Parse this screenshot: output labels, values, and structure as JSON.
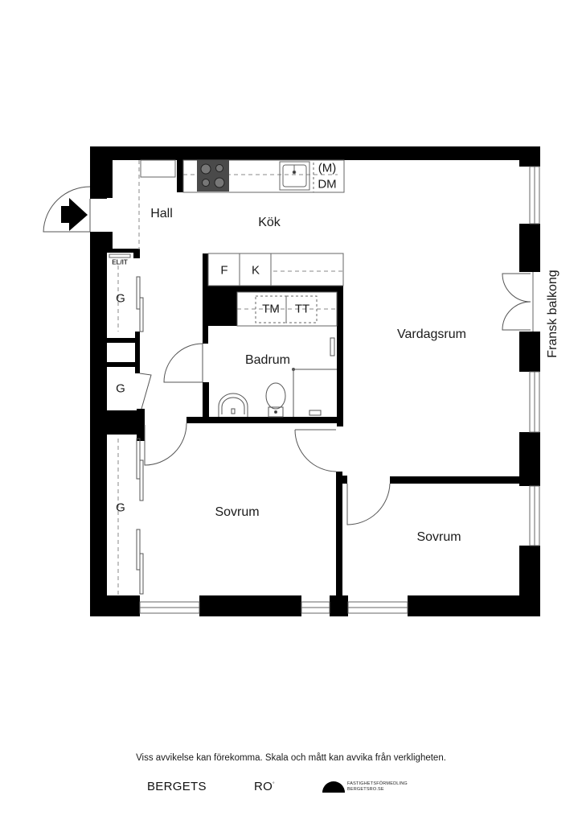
{
  "plan": {
    "rooms": {
      "hall": "Hall",
      "kitchen": "Kök",
      "living_room": "Vardagsrum",
      "bathroom": "Badrum",
      "bedroom_left": "Sovrum",
      "bedroom_right": "Sovrum",
      "balcony": "Fransk balkong"
    },
    "fixtures": {
      "wardrobe_top": "G",
      "wardrobe_mid": "G",
      "wardrobe_bottom": "G",
      "electrical_cabinet": "EL/IT",
      "fridge": "F",
      "freezer": "K",
      "washing_machine": "TM",
      "tumble_dryer": "TT",
      "microwave": "(M)",
      "dishwasher": "DM"
    },
    "icons": [
      "entrance-arrow-icon",
      "stove-icon",
      "sink-icon",
      "washbasin-icon",
      "toilet-icon",
      "shower-icon"
    ]
  },
  "footer": {
    "disclaimer": "Viss avvikelse kan förekomma. Skala och mått kan avvika från verkligheten.",
    "logo_left": "BERGETS",
    "logo_mid": "RO",
    "logo_mid_mark": "°",
    "logo_right_line1": "FASTIGHETSFÖRMEDLING",
    "logo_right_line2": "BERGETSRO.SE"
  },
  "colors": {
    "wall": "#000000",
    "stove": "#4a4a4a",
    "line": "#555555",
    "background": "#ffffff"
  }
}
